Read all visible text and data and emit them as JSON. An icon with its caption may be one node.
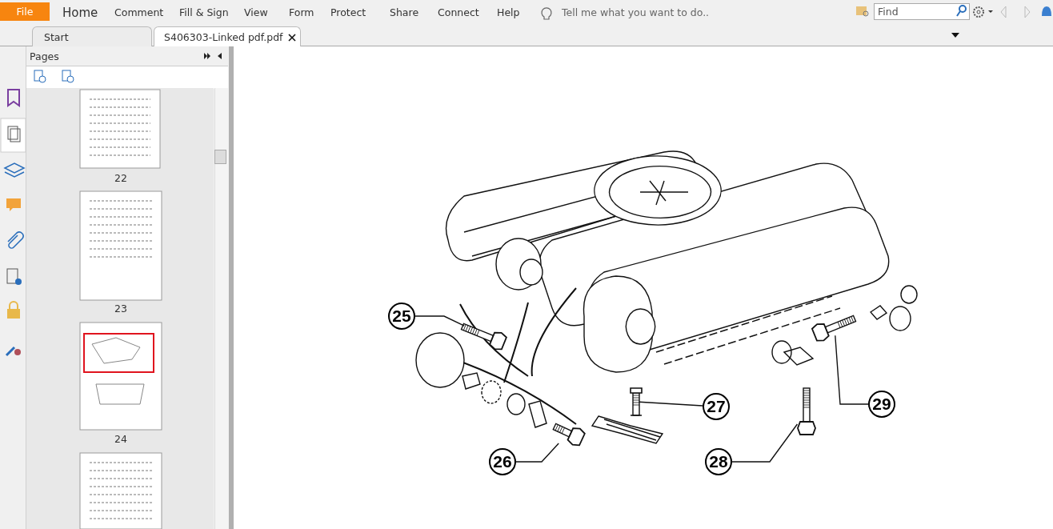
{
  "diagram": {
    "nodes": [
      {
        "text": [
          "25"
        ]
      },
      {
        "text": [
          "26"
        ]
      },
      {
        "text": [
          "27"
        ]
      },
      {
        "text": [
          "28"
        ]
      },
      {
        "text": [
          "29"
        ]
      },
      {
        "text": [],
        "shape": "picture"
      },
      {
        "text": [],
        "shape": "picture"
      },
      {
        "text": [],
        "shape": "picture"
      },
      {
        "text": [],
        "shape": "picture"
      },
      {
        "text": [],
        "shape": "picture"
      }
    ],
    "edges": [
      {
        "from": 0,
        "to": 5,
        "arrow": "none"
      },
      {
        "from": 1,
        "to": 6,
        "arrow": "none"
      },
      {
        "from": 2,
        "to": 7,
        "arrow": "none"
      },
      {
        "from": 3,
        "to": 8,
        "arrow": "none"
      },
      {
        "from": 4,
        "to": 9,
        "arrow": "none"
      }
    ],
    "labels": [
      "File",
      "Home",
      "Comment",
      "Fill & Sign",
      "View",
      "Form",
      "Protect",
      "Share",
      "Connect",
      "Help",
      "Tell me what you want to do..",
      "Find",
      "Start",
      "S406303-Linked pdf.pdf",
      "Pages",
      "22",
      "23",
      "24"
    ]
  }
}
